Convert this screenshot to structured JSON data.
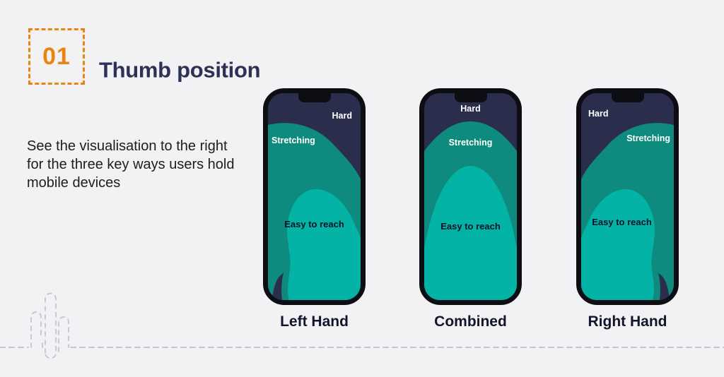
{
  "header": {
    "number": "01",
    "title": "Thumb position"
  },
  "intro": {
    "text": "See the visualisation to the right for the three key ways users hold mobile devices"
  },
  "phones": [
    {
      "id": "left-hand",
      "label": "Left Hand",
      "zones": {
        "hard": "Hard",
        "stretching": "Stretching",
        "easy": "Easy to reach"
      }
    },
    {
      "id": "combined",
      "label": "Combined",
      "zones": {
        "hard": "Hard",
        "stretching": "Stretching",
        "easy": "Easy to reach"
      }
    },
    {
      "id": "right-hand",
      "label": "Right Hand",
      "zones": {
        "hard": "Hard",
        "stretching": "Stretching",
        "easy": "Easy to reach"
      }
    }
  ],
  "colors": {
    "background": "#f2f1f3",
    "accent_orange": "#ea830f",
    "title_navy": "#2d3156",
    "body_text": "#1d1d1f",
    "caption_text": "#12152b",
    "zone_hard": "#2a2e4c",
    "zone_stretching": "#0f8a7e",
    "zone_easy": "#02b3a6",
    "zone_label_light": "#ffffff",
    "zone_label_dark": "#0e1228",
    "phone_frame": "#0d0e14",
    "dashed_line": "#c6c5cb"
  }
}
